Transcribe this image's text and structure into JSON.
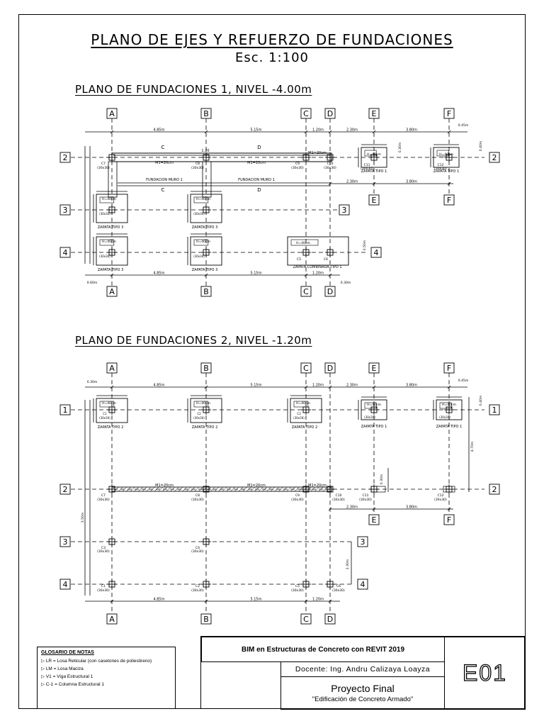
{
  "header": {
    "title": "PLANO DE EJES Y REFUERZO DE FUNDACIONES",
    "scale": "Esc. 1:100"
  },
  "plan1": {
    "title": "PLANO DE FUNDACIONES 1, NIVEL -4.00m",
    "axes_x": [
      "A",
      "B",
      "C",
      "D",
      "E",
      "F"
    ],
    "axes_y": [
      "2",
      "3",
      "4"
    ],
    "dims_top": [
      "4.85m",
      "5.15m",
      "1.20m",
      "2.30m",
      "3.80m"
    ],
    "dims_bottom": [
      "4.85m",
      "5.15m",
      "1.20m"
    ],
    "beam_labels": [
      "1.20",
      "M1=20cm",
      "M1=20cm",
      "M1=20cm"
    ],
    "wall_labels": [
      "FUNDACION MURO 1",
      "FUNDACION MURO 1"
    ],
    "column_labels": [
      "C7",
      "C8",
      "C9",
      "C10",
      "C11",
      "C12",
      "C1",
      "C4",
      "C5",
      "C6"
    ],
    "column_size": "(30x30)",
    "footing_labels": [
      "ZAPATA TIPO 3",
      "ZAPATA TIPO 3",
      "ZAPATA TIPO 3",
      "ZAPATA TIPO 3",
      "ZAPATA COMBINADA TIPO 1",
      "ZAPATA TIPO 1",
      "ZAPATA TIPO 1"
    ],
    "footing_heights": [
      "H=40cm",
      "H=40cm",
      "H=40cm",
      "H=40cm",
      "H=40cm",
      "H=40cm",
      "H=40cm",
      "H=40cm"
    ],
    "small_dims": [
      "0.45m",
      "0.30m",
      "0.60m",
      "0.30m",
      "0.50m",
      "0.40m"
    ],
    "section_marks": [
      "C",
      "D"
    ]
  },
  "plan2": {
    "title": "PLANO DE FUNDACIONES 2, NIVEL -1.20m",
    "axes_x": [
      "A",
      "B",
      "C",
      "D",
      "E",
      "F"
    ],
    "axes_y": [
      "1",
      "2",
      "3",
      "4"
    ],
    "dims_top": [
      "4.85m",
      "5.15m",
      "1.20m",
      "2.30m",
      "3.80m"
    ],
    "dims_mid": [
      "2.30m",
      "3.80m"
    ],
    "dims_bottom": [
      "4.85m",
      "5.15m",
      "1.20m"
    ],
    "beam_labels": [
      "M1=20cm",
      "M1=20cm",
      "M1=20cm"
    ],
    "column_labels_1": [
      "C1",
      "C2",
      "C3",
      "C4",
      "C5"
    ],
    "column_labels_2": [
      "C7",
      "C8",
      "C9",
      "C10",
      "C11",
      "C12"
    ],
    "column_labels_3": [
      "C3",
      "C4"
    ],
    "column_labels_4": [
      "C1",
      "C2",
      "C5",
      "C6"
    ],
    "column_size": "(30x30)",
    "footing_labels": [
      "ZAPATA TIPO 2",
      "ZAPATA TIPO 2",
      "ZAPATA TIPO 2",
      "ZAPATA TIPO 1",
      "ZAPATA TIPO 1"
    ],
    "footing_heights": [
      "H=40cm",
      "H=40cm",
      "H=40cm",
      "H=40cm",
      "H=40cm"
    ],
    "small_dims": [
      "0.30m",
      "0.45m",
      "0.40m",
      "4.70m",
      "3.50m",
      "2.30m",
      "0.30m"
    ]
  },
  "glosario": {
    "title": "GLOSARIO DE NOTAS",
    "items": [
      "LR = Losa Reticular (con casetones de poliestireno)",
      "LM = Losa Maciza",
      "V1 = Viga Estructural 1",
      "C-1 = Columna Estructural 1"
    ]
  },
  "title_block": {
    "course": "BIM en Estructuras de Concreto con REVIT 2019",
    "teacher": "Docente:  Ing. Andru Calizaya Loayza",
    "project": "Proyecto Final",
    "subtitle": "\"Edificación de Concreto Armado\"",
    "sheet": "E01"
  }
}
